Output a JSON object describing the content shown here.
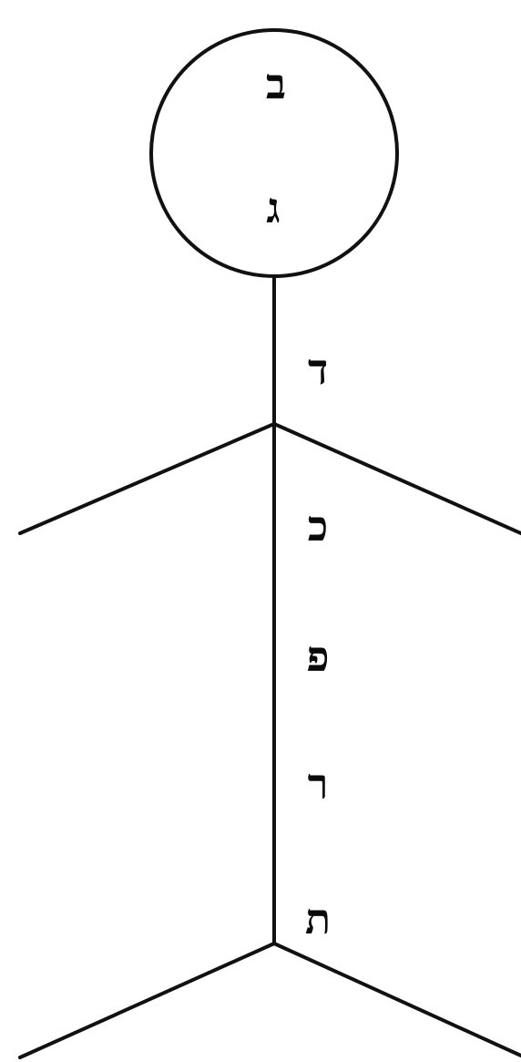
{
  "figure": {
    "head_letters": [
      "ב",
      "ג"
    ],
    "spine_letters": [
      "ד",
      "כ",
      "פ",
      "ר",
      "ת"
    ],
    "colors": {
      "stroke": "#111111",
      "text": "#0a0a0a",
      "background": "#ffffff"
    }
  }
}
